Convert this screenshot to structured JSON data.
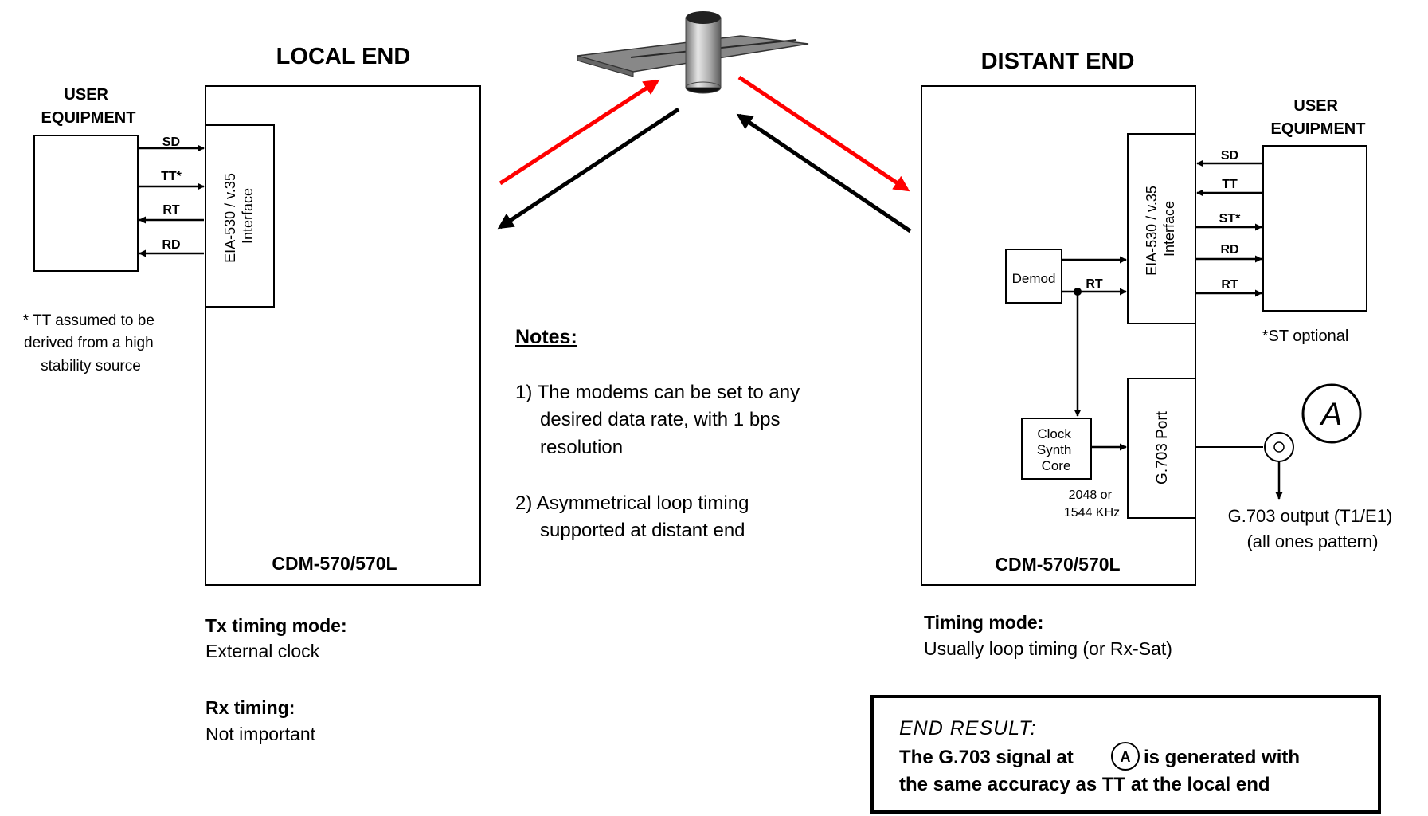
{
  "local": {
    "title": "LOCAL END",
    "user_equipment": [
      "USER",
      "EQUIPMENT"
    ],
    "signals": [
      "SD",
      "TT*",
      "RT",
      "RD"
    ],
    "interface": [
      "EIA-530 / v.35",
      "Interface"
    ],
    "footnote": [
      "* TT assumed to be",
      "derived from a high",
      "stability source"
    ],
    "modem_name": "CDM-570/570L",
    "tx_mode_heading": "Tx timing mode:",
    "tx_mode_value": "External clock",
    "rx_heading": "Rx timing:",
    "rx_value": "Not important"
  },
  "distant": {
    "title": "DISTANT END",
    "user_equipment": [
      "USER",
      "EQUIPMENT"
    ],
    "signals": [
      "SD",
      "TT",
      "ST*",
      "RD",
      "RT"
    ],
    "interface": [
      "EIA-530 / v.35",
      "Interface"
    ],
    "demod": "Demod",
    "rt_label": "RT",
    "clock": [
      "Clock",
      "Synth",
      "Core"
    ],
    "clock_freq": [
      "2048 or",
      "1544 KHz"
    ],
    "g703_port": "G.703 Port",
    "marker": "A",
    "st_optional": "*ST optional",
    "output_label": [
      "G.703 output (T1/E1)",
      "(all ones pattern)"
    ],
    "modem_name": "CDM-570/570L",
    "mode_heading": "Timing mode:",
    "mode_value": "Usually loop timing (or Rx-Sat)"
  },
  "notes": {
    "heading": "Notes:",
    "lines": [
      "1) The modems can be set to any",
      "desired data rate, with 1 bps",
      "resolution",
      "2) Asymmetrical loop timing",
      "supported at distant end"
    ]
  },
  "result": {
    "heading": "END RESULT:",
    "line1_a": "The G.703 signal at",
    "marker": "A",
    "line1_b": "is generated with",
    "line2": "the same accuracy as TT at the local end"
  },
  "colors": {
    "uplink": "#ff0000",
    "downlink": "#000000"
  }
}
